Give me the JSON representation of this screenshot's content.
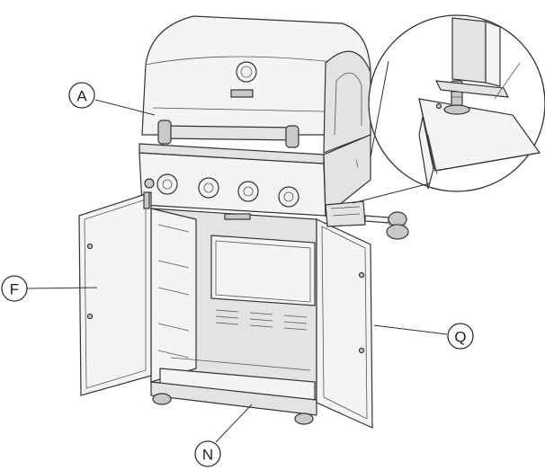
{
  "callouts": {
    "a": "A",
    "f": "F",
    "q": "Q",
    "n": "N"
  }
}
